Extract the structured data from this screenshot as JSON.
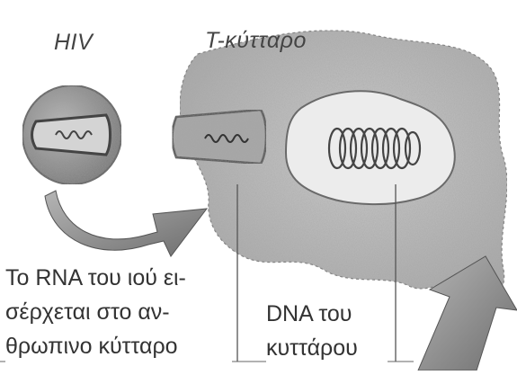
{
  "labels": {
    "virus": "HIV",
    "cell": "T-κύτταρο"
  },
  "captions": {
    "rna": [
      "Το RNA του ιού ει-",
      "σέρχεται στο αν-",
      "θρωπινο κύτταρο"
    ],
    "dna": [
      "DNA του",
      "κυττάρου"
    ]
  },
  "colors": {
    "cell_fill": "#bdbdbd",
    "nucleus_fill": "#ececec",
    "virus_fill": "#9a9a9a",
    "capsid_fill": "#d4d4d4",
    "arrow_fill": "#8c8c8c",
    "ink": "#444444"
  }
}
